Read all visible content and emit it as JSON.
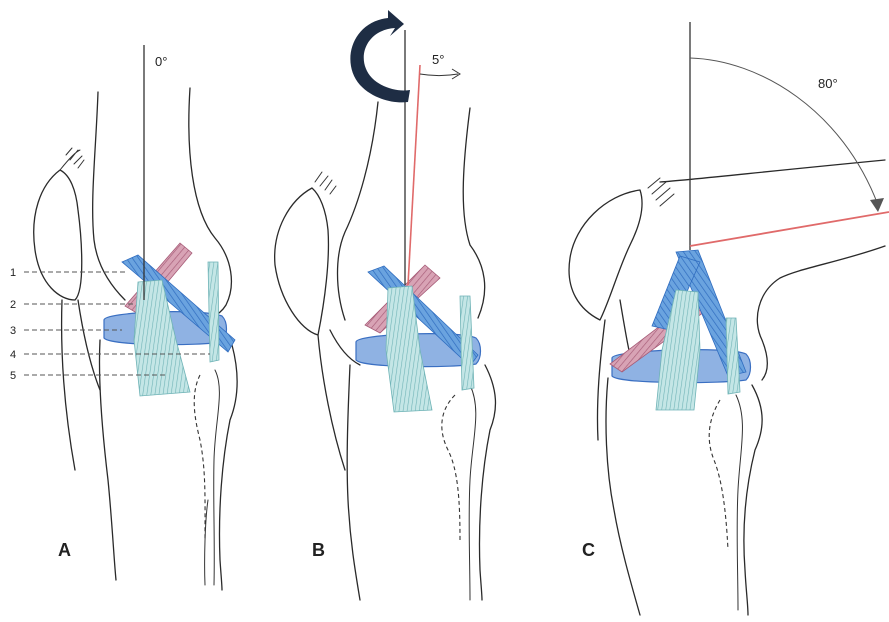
{
  "colors": {
    "outline": "#2a2a2a",
    "meniscus_fill": "#8fb2e3",
    "meniscus_stroke": "#3a6fc2",
    "acl_blue": "#4f8fd6",
    "pcl_pink": "#c98aa0",
    "mcl_teal": "#a7d6d8",
    "reference_red": "#e06a6a",
    "arrow_dark": "#1e2d44"
  },
  "panels": [
    {
      "label": "A",
      "angle_label": "0°"
    },
    {
      "label": "B",
      "angle_label": "5°",
      "rotation_arrow_icon": "curved-rotation-arrow-icon"
    },
    {
      "label": "C",
      "angle_label": "80°"
    }
  ],
  "structure_numbers": [
    "1",
    "2",
    "3",
    "4",
    "5"
  ]
}
